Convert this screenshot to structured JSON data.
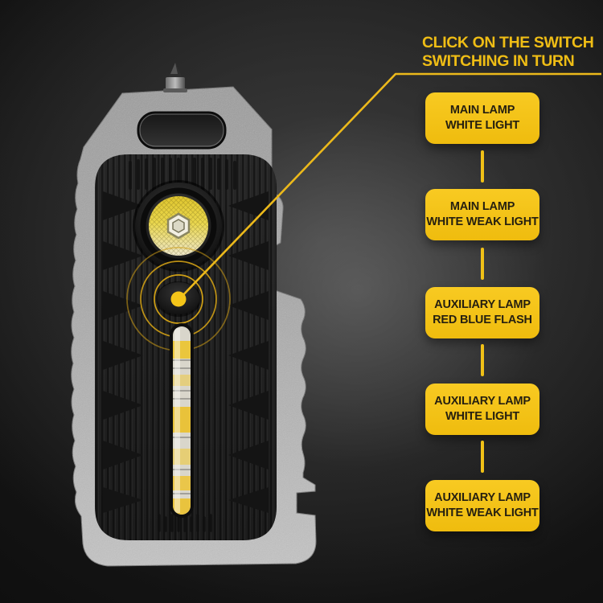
{
  "callout": {
    "line1": "CLICK ON THE SWITCH",
    "line2": "SWITCHING IN TURN"
  },
  "badges": [
    {
      "line1": "MAIN LAMP",
      "line2": "WHITE LIGHT"
    },
    {
      "line1": "MAIN LAMP",
      "line2": "WHITE WEAK LIGHT"
    },
    {
      "line1": "AUXILIARY LAMP",
      "line2": "RED BLUE FLASH"
    },
    {
      "line1": "AUXILIARY LAMP",
      "line2": "WHITE LIGHT"
    },
    {
      "line1": "AUXILIARY LAMP",
      "line2": "WHITE WEAK LIGHT"
    }
  ],
  "colors": {
    "accent_yellow": "#f0c117",
    "badge_fill": "#f4c316",
    "badge_text": "#251f10",
    "title_text": "#efbd15",
    "background": "#0a0a0a",
    "metal_gray": "#a8a8a8",
    "rubber_black": "#222222",
    "reflector_yellow": "#e8d44a"
  }
}
